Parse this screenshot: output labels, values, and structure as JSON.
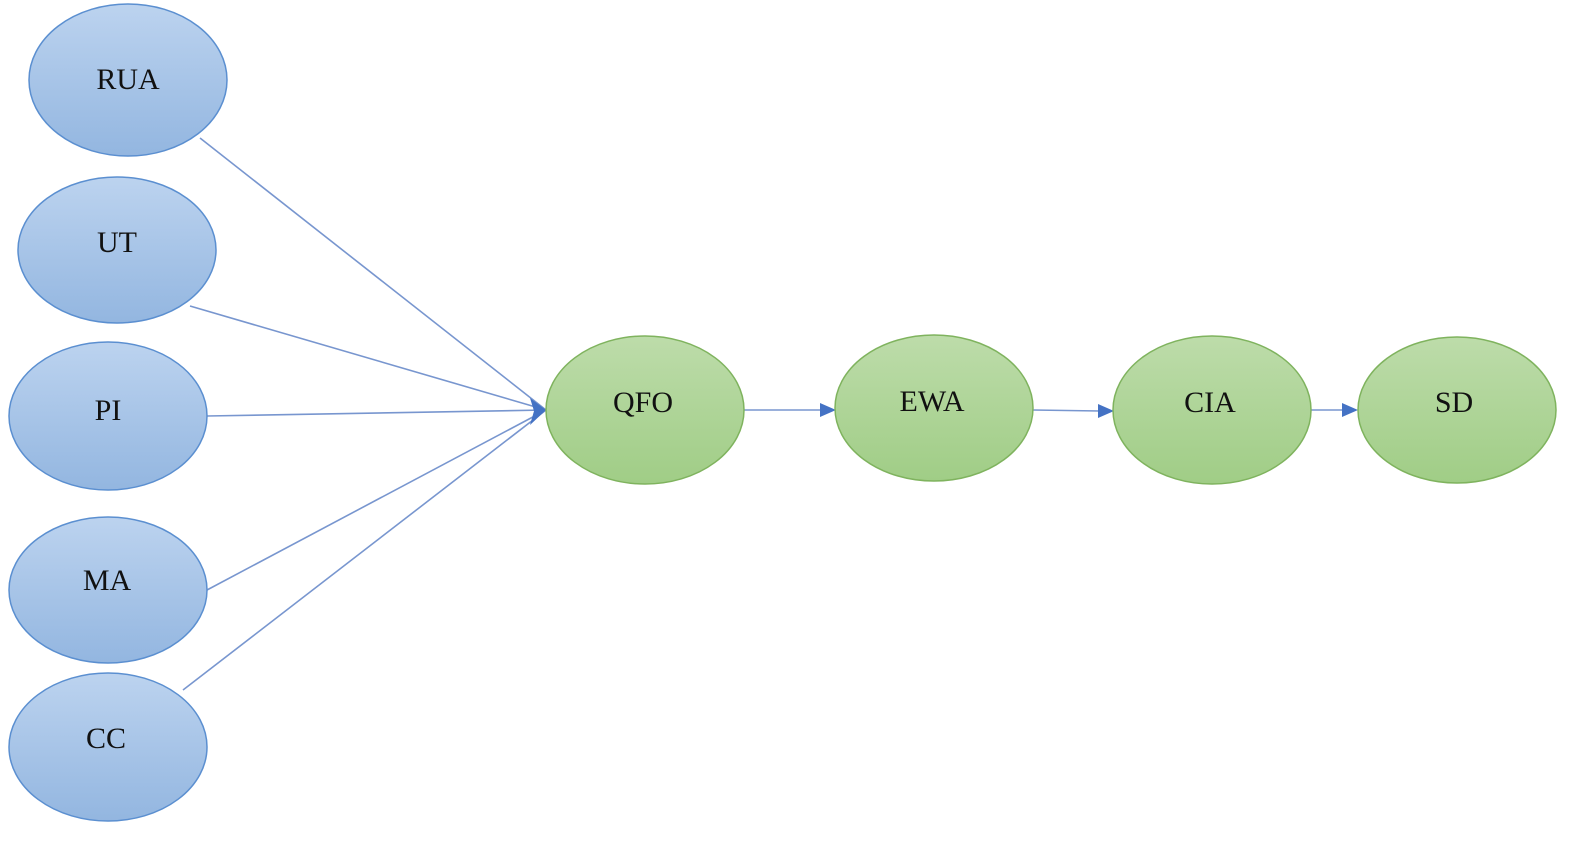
{
  "colors": {
    "blue_light": "#bcd3ef",
    "blue_dark": "#93b6e0",
    "blue_stroke": "#5b8fd0",
    "green_light": "#bddcaa",
    "green_dark": "#a0cd86",
    "green_stroke": "#7fb35e",
    "edge": "#7896cf",
    "arrow": "#4472c4"
  },
  "nodes": {
    "rua": {
      "label": "RUA"
    },
    "ut": {
      "label": "UT"
    },
    "pi": {
      "label": "PI"
    },
    "ma": {
      "label": "MA"
    },
    "cc": {
      "label": "CC"
    },
    "qfo": {
      "label": "QFO"
    },
    "ewa": {
      "label": "EWA"
    },
    "cia": {
      "label": "CIA"
    },
    "sd": {
      "label": "SD"
    }
  },
  "edges": [
    {
      "from": "RUA",
      "to": "QFO"
    },
    {
      "from": "UT",
      "to": "QFO"
    },
    {
      "from": "PI",
      "to": "QFO"
    },
    {
      "from": "MA",
      "to": "QFO"
    },
    {
      "from": "CC",
      "to": "QFO"
    },
    {
      "from": "QFO",
      "to": "EWA"
    },
    {
      "from": "EWA",
      "to": "CIA"
    },
    {
      "from": "CIA",
      "to": "SD"
    }
  ]
}
